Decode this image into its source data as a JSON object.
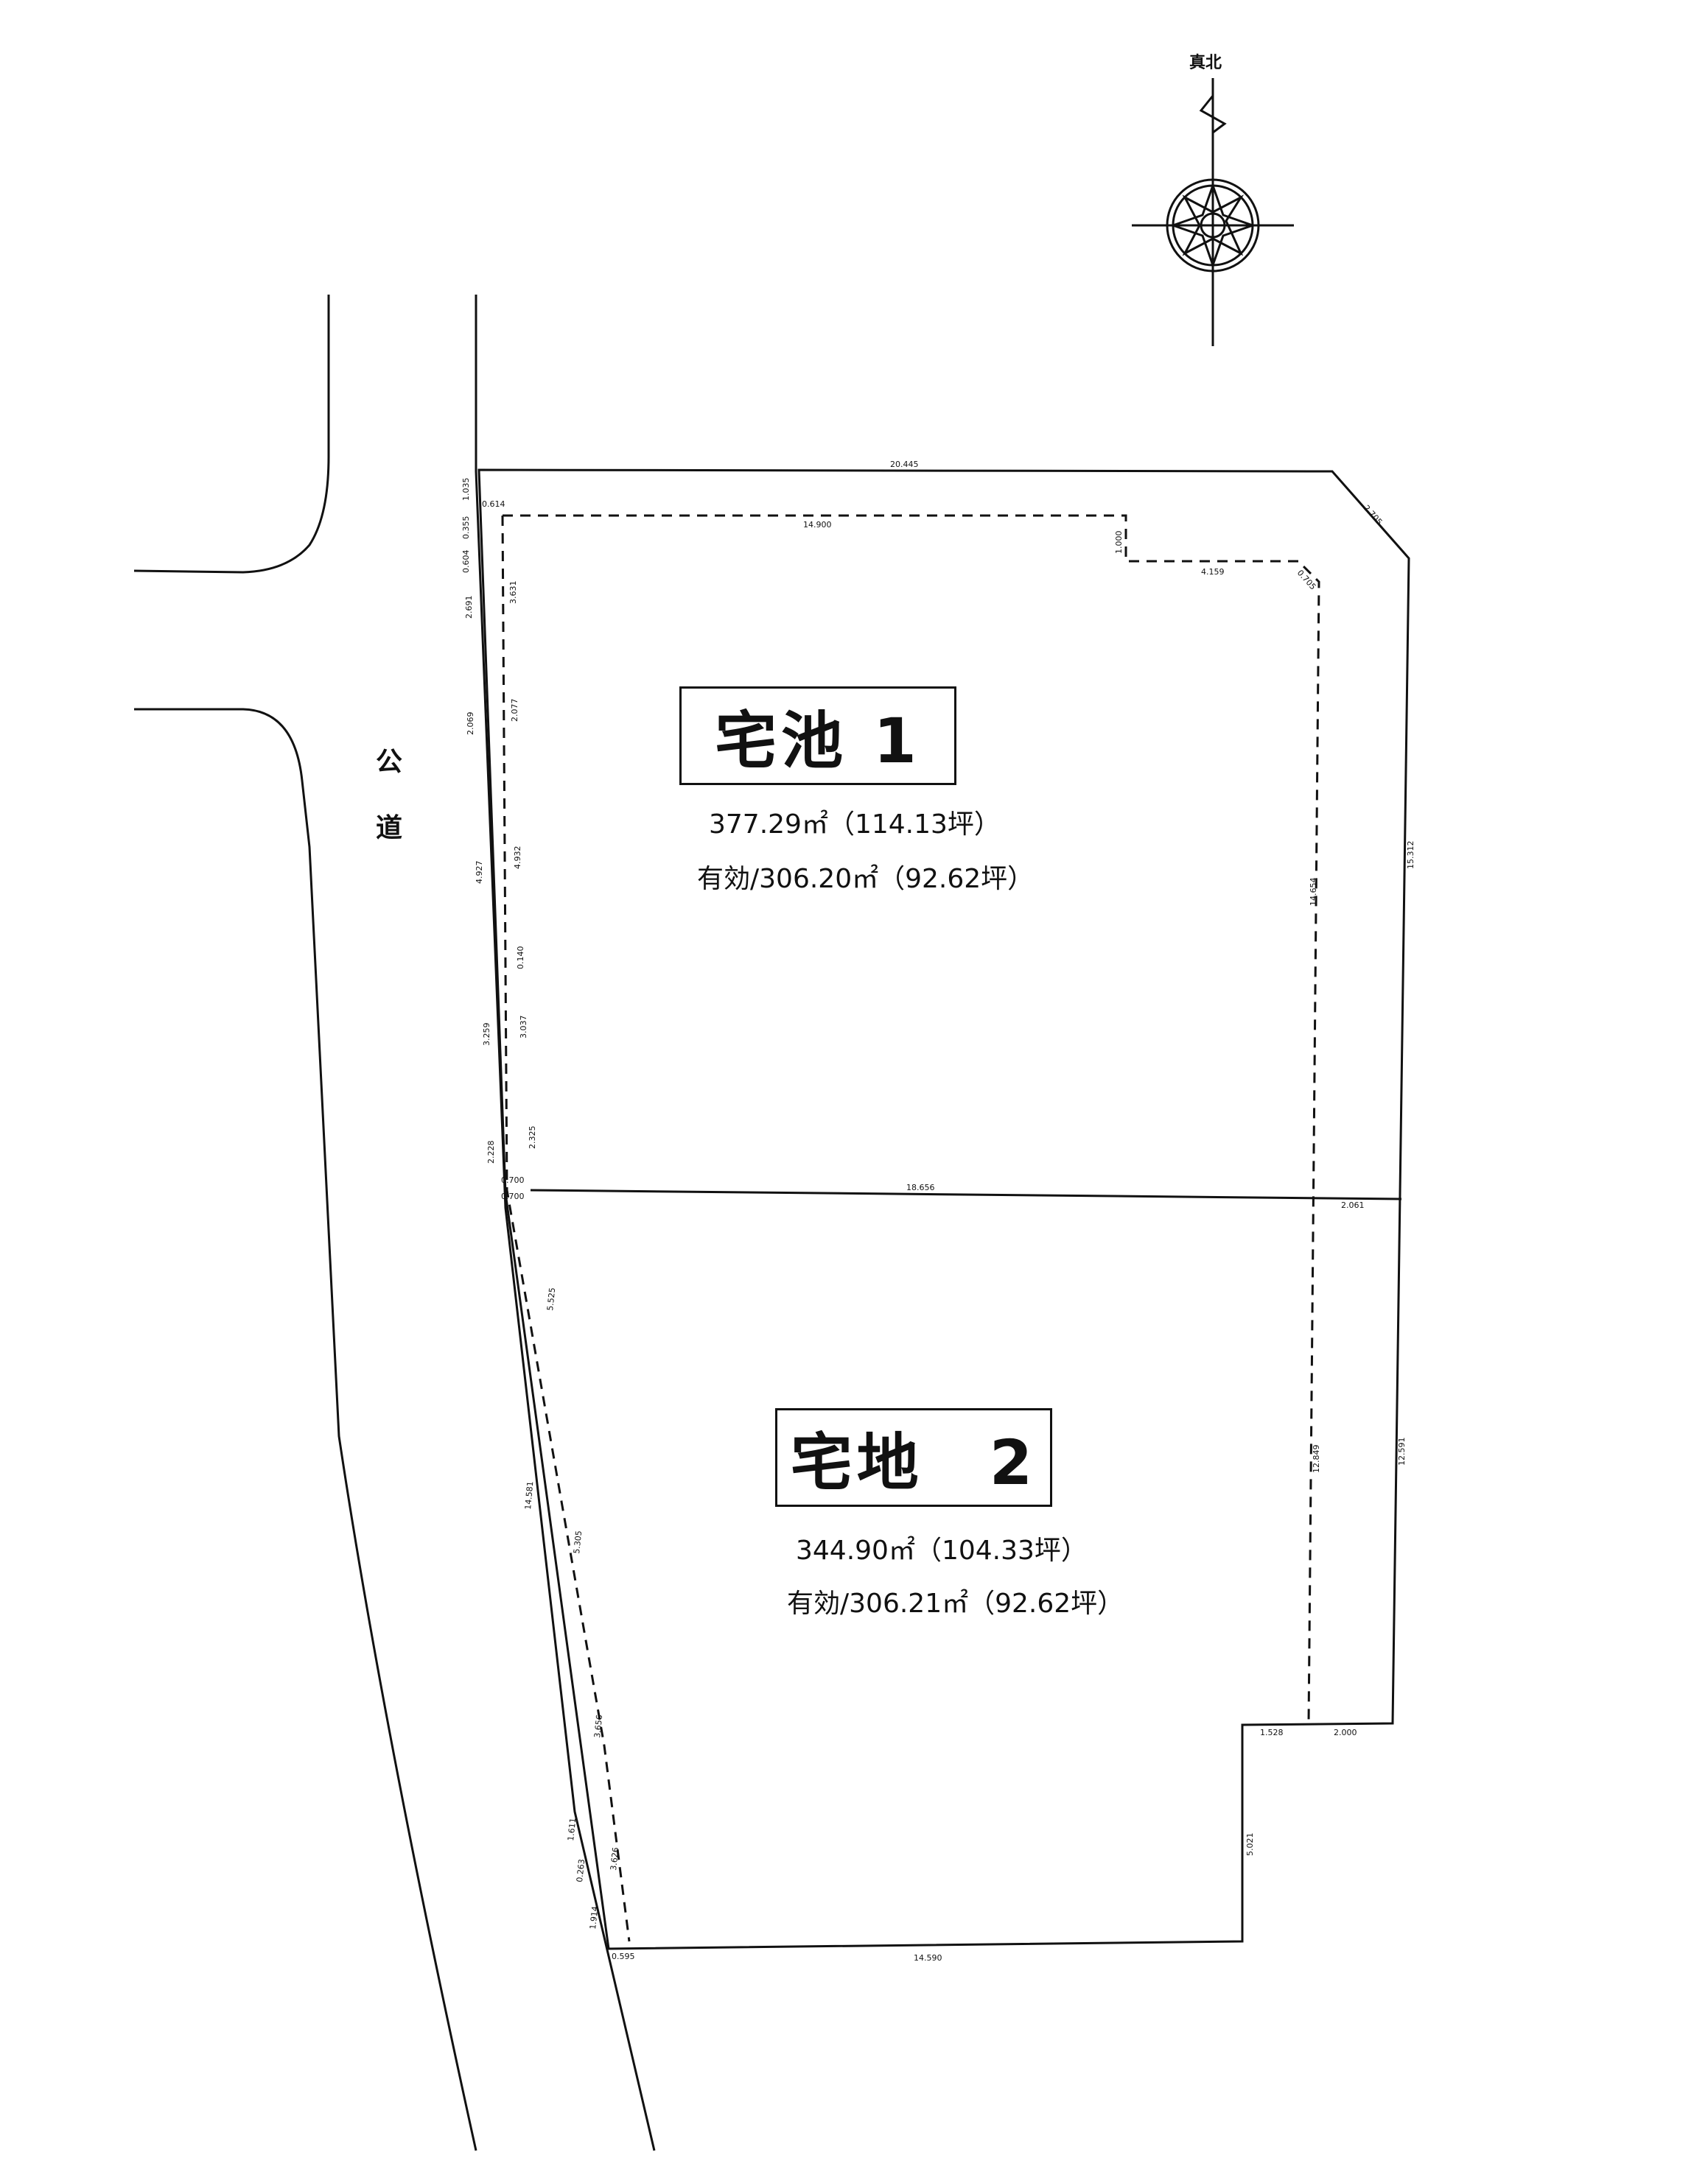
{
  "road": {
    "label_1": "公",
    "label_2": "道"
  },
  "compass": {
    "label": "真北"
  },
  "lot1": {
    "name": "宅池 1",
    "area": "377.29㎡（114.13坪）",
    "effective": "有効/306.20㎡（92.62坪）"
  },
  "lot2": {
    "name": "宅地　2",
    "area": "344.90㎡（104.33坪）",
    "effective": "有効/306.21㎡（92.62坪）"
  },
  "dimensions": {
    "top": "20.445",
    "corner_ne": "2.705",
    "east_upper": "15.312",
    "east_lower": "12.591",
    "dash_top": "14.900",
    "dash_step_v": "1.000",
    "dash_step_h": "4.159",
    "dash_corner": "0.705",
    "dash_east_upper": "14.654",
    "dash_east_lower": "12.849",
    "divider": "18.656",
    "divider_east": "2.061",
    "west_1": "1.035",
    "west_2": "0.355",
    "west_3": "0.604",
    "west_4": "2.691",
    "west_5": "2.069",
    "west_6": "4.927",
    "west_7": "3.259",
    "west_8": "2.228",
    "west_lower": "14.581",
    "west_9": "1.611",
    "west_10": "0.263",
    "west_11": "1.914",
    "offset_top": "0.614",
    "dash_w_1": "3.631",
    "dash_w_2": "2.077",
    "dash_w_3": "4.932",
    "dash_w_4": "0.140",
    "dash_w_5": "3.037",
    "dash_w_6": "2.325",
    "offset_div_1": "0.700",
    "offset_div_2": "0.700",
    "dash_w_7": "5.525",
    "dash_w_8": "5.305",
    "dash_w_9": "3.656",
    "dash_w_10": "3.626",
    "offset_bottom": "0.595",
    "bottom": "14.590",
    "notch_v": "5.021",
    "notch_h_1": "1.528",
    "notch_h_2": "2.000"
  }
}
